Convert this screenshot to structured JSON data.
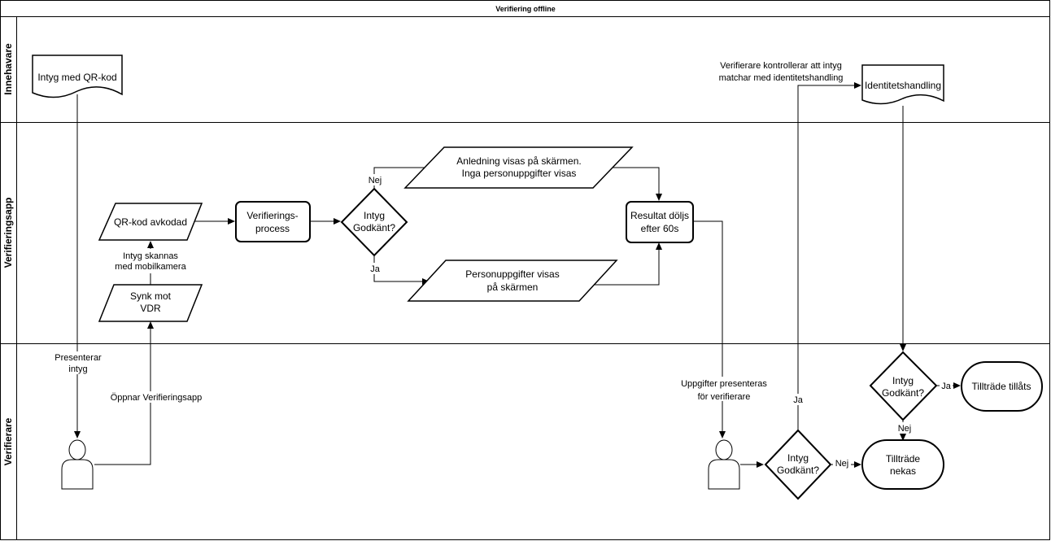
{
  "title": "Verifiering offline",
  "lanes": {
    "owner": "Innehavare",
    "app": "Verifieringsapp",
    "verifier": "Verifierare"
  },
  "nodes": {
    "certificate_qr": "Intyg med QR-kod",
    "identity_document": "Identitetshandling",
    "qr_decoded": "QR-kod avkodad",
    "verification_process_l1": "Verifierings-",
    "verification_process_l2": "process",
    "decision_app_l1": "Intyg",
    "decision_app_l2": "Godkänt?",
    "reason_shown_l1": "Anledning visas på skärmen.",
    "reason_shown_l2": "Inga personuppgifter visas",
    "personal_data_l1": "Personuppgifter visas",
    "personal_data_l2": "på skärmen",
    "result_hidden_l1": "Resultat döljs",
    "result_hidden_l2": "efter 60s",
    "sync_l1": "Synk mot",
    "sync_l2": "VDR",
    "decision_verifier_l1": "Intyg",
    "decision_verifier_l2": "Godkänt?",
    "decision_identity_l1": "Intyg",
    "decision_identity_l2": "Godkänt?",
    "access_denied_l1": "Tillträde",
    "access_denied_l2": "nekas",
    "access_granted": "Tillträde tillåts"
  },
  "labels": {
    "scanned_l1": "Intyg skannas",
    "scanned_l2": "med mobilkamera",
    "presents_l1": "Presenterar",
    "presents_l2": "intyg",
    "opens_app": "Öppnar Verifieringsapp",
    "data_presented_l1": "Uppgifter presenteras",
    "data_presented_l2": "för verifierare",
    "check_l1": "Verifierare kontrollerar att intyg",
    "check_l2": "matchar med identitetshandling",
    "no_app": "Nej",
    "yes_app": "Ja",
    "yes_verifier": "Ja",
    "no_verifier": "Nej",
    "yes_identity": "Ja",
    "no_identity": "Nej"
  },
  "icons": {
    "person": "person-icon"
  }
}
